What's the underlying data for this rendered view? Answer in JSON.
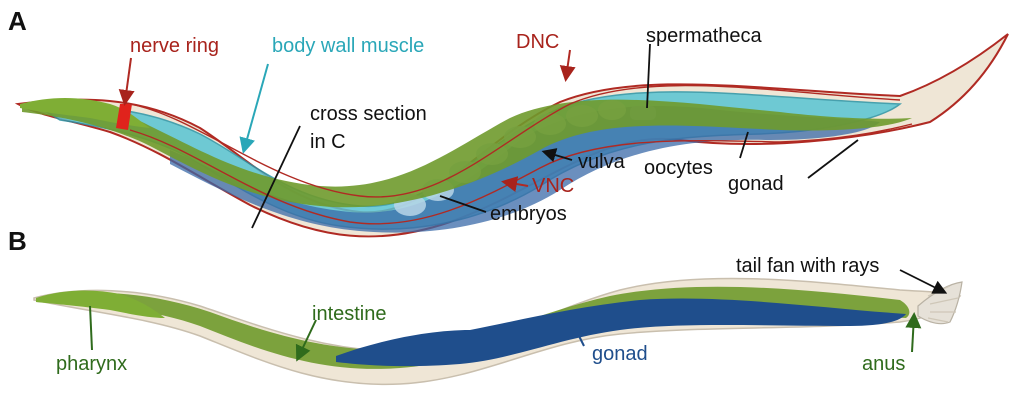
{
  "panels": [
    {
      "letter": "A"
    },
    {
      "letter": "B"
    }
  ],
  "labels_a": {
    "nerve_ring": "nerve ring",
    "body_wall_muscle": "body wall muscle",
    "dnc": "DNC",
    "spermatheca": "spermatheca",
    "cross_section": "cross section",
    "in_c": "in C",
    "vulva": "vulva",
    "oocytes": "oocytes",
    "vnc": "VNC",
    "gonad": "gonad",
    "embryos": "embryos"
  },
  "labels_b": {
    "tail_fan": "tail fan with rays",
    "intestine": "intestine",
    "pharynx": "pharynx",
    "gonad": "gonad",
    "anus": "anus"
  },
  "colors": {
    "neuron_red": "#a8231c",
    "muscle_cyan": "#2aa7b8",
    "intestine_green": "#5a8a24",
    "gonad_blue": "#1f4e8c",
    "text_dark": "#111111",
    "cuticle": "#efe6d6"
  }
}
